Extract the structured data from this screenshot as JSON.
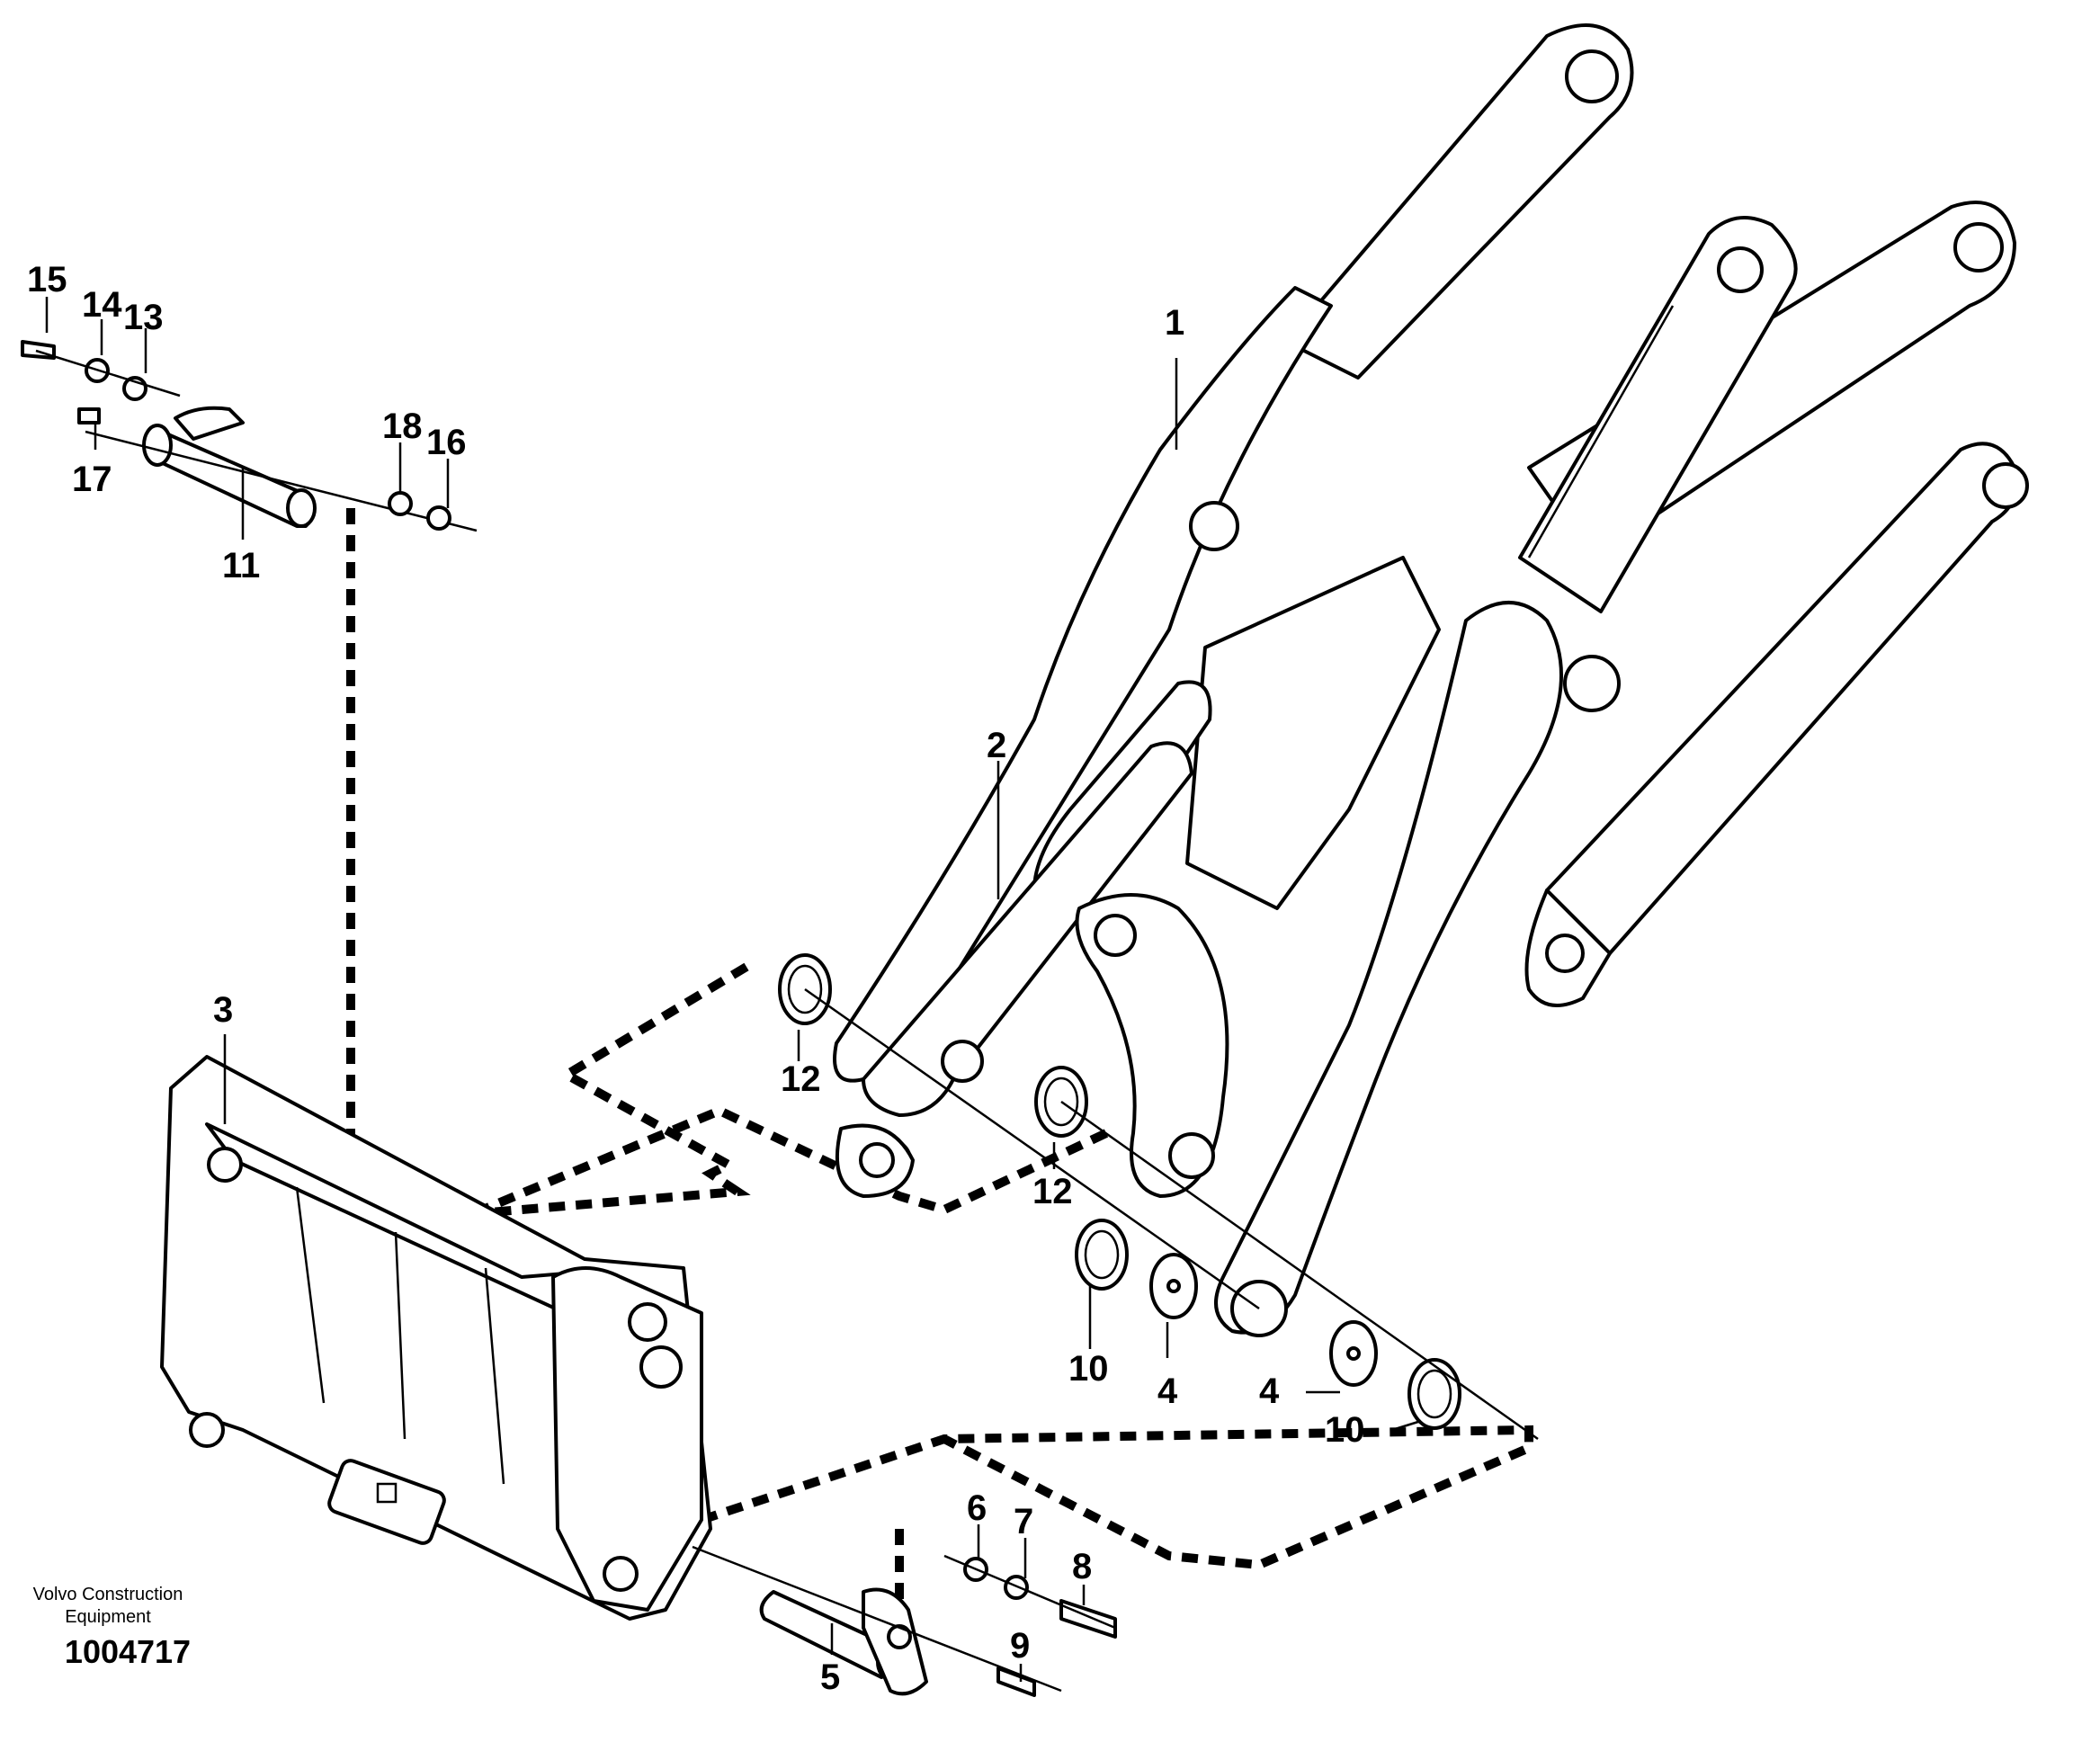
{
  "callouts": {
    "c1": "1",
    "c2": "2",
    "c3": "3",
    "c4a": "4",
    "c4b": "4",
    "c5": "5",
    "c6": "6",
    "c7": "7",
    "c8": "8",
    "c9": "9",
    "c10a": "10",
    "c10b": "10",
    "c11": "11",
    "c12a": "12",
    "c12b": "12",
    "c13": "13",
    "c14": "14",
    "c15": "15",
    "c16": "16",
    "c17": "17",
    "c18": "18"
  },
  "footer": {
    "maker_line1": "Volvo Construction",
    "maker_line2": "Equipment",
    "drawing_id": "1004717"
  }
}
